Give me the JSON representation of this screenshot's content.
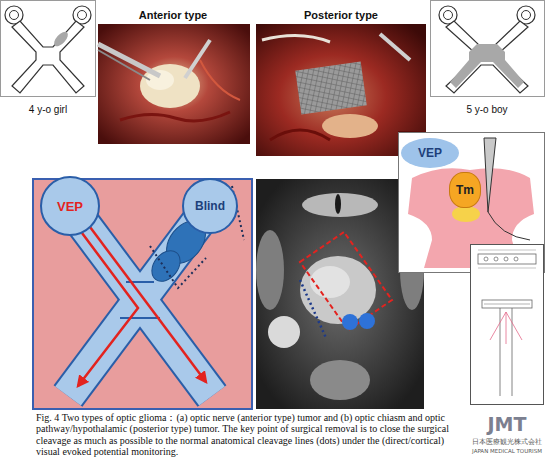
{
  "diagram": {
    "caption": "Fig. 4 Two types of optic glioma：(a) optic nerve (anterior type) tumor and (b) optic chiasm and optic pathway/hypothalamic (posterior type) tumor. The key point of surgical removal is to close the surgical cleavage as much as possible to the normal anatomical cleavage lines (dots) under the (direct/cortical) visual evoked potential monitoring.",
    "nodes": [
      {
        "text": [
          "VEP"
        ]
      },
      {
        "text": [
          "Blind"
        ]
      },
      {
        "text": [
          "VEP"
        ]
      },
      {
        "text": [
          "Tm"
        ]
      }
    ],
    "labels": [
      "4 y-o girl",
      "Anterior type",
      "Posterior type",
      "5 y-o boy",
      "JMT",
      "日本医療観光株式会社",
      "JAPAN MEDICAL TOURISM"
    ]
  }
}
